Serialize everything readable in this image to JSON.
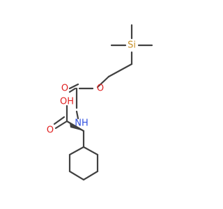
{
  "structure": {
    "atom_labels": {
      "si": "Si",
      "o_ester": "O",
      "o_carbamate": "O",
      "nh": "NH",
      "oh": "OH",
      "o_acid": "O"
    },
    "colors": {
      "carbon_bond": "#404040",
      "oxygen": "#e02020",
      "nitrogen": "#3050e0",
      "silicon": "#c89028"
    }
  }
}
